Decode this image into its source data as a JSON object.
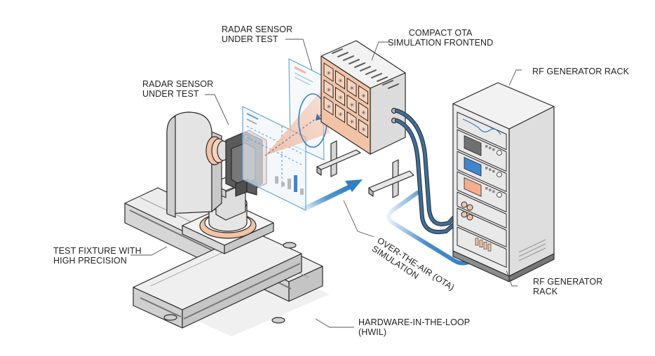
{
  "diagram": {
    "title": "Radar sensor Hardware-in-the-Loop OTA test setup",
    "colors": {
      "accent_blue": "#2f7fc4",
      "cable_blue": "#3b6f9c",
      "copper": "#f3c3a6",
      "metal_light": "#eeeeee",
      "metal_mid": "#d4d4d4",
      "metal_dark": "#8d8d8d",
      "outline": "#2a2a2a",
      "screen_gray": "#707070",
      "screen_blue": "#3f86cf",
      "screen_orange": "#f5ae8c"
    },
    "labels": {
      "radar_top": {
        "line1": "RADAR SENSOR",
        "line2": "UNDER TEST"
      },
      "radar_mid": {
        "line1": "RADAR SENSOR",
        "line2": "UNDER TEST"
      },
      "ota_frontend": {
        "line1": "COMPACT OTA",
        "line2": "SIMULATION FRONTEND"
      },
      "rf_rack_top": {
        "line1": "RF GENERATOR RACK"
      },
      "test_fixture": {
        "line1": "TEST FIXTURE WITH",
        "line2": "HIGH PRECISION"
      },
      "ota_simulation": {
        "line1": "OVER-THE-AIR (OTA)",
        "line2": "SIMULATION"
      },
      "rf_rack_bottom": {
        "line1": "RF GENERATOR",
        "line2": "RACK"
      },
      "hwil": {
        "line1": "HARDWARE-IN-THE-LOOP",
        "line2": "(HWIL)"
      }
    },
    "components": [
      {
        "name": "test-fixture",
        "icon": "positioning-table"
      },
      {
        "name": "radar-sensor",
        "icon": "radar-module"
      },
      {
        "name": "ota-frontend",
        "icon": "antenna-array-panel"
      },
      {
        "name": "rf-generator-rack",
        "icon": "equipment-rack"
      },
      {
        "name": "ota-signal-path",
        "icon": "arrow"
      }
    ],
    "hud_chart_bars": [
      0.35,
      0.2,
      0.5,
      0.8,
      0.3
    ]
  }
}
